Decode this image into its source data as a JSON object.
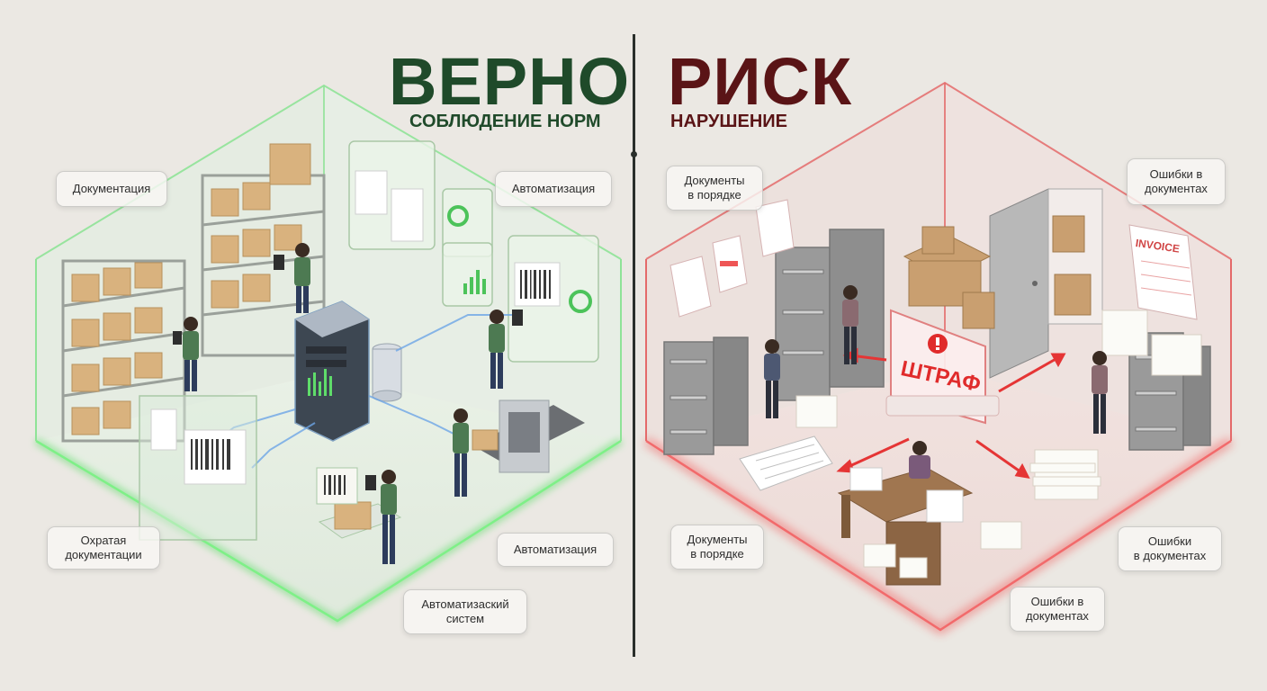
{
  "left": {
    "title": "ВЕРНО",
    "subtitle": "СОБЛЮДЕНИЕ НОРМ",
    "color": "#1f4a2a",
    "labels": [
      "Документация",
      "Автоматизация",
      "Охратая\nдокументации",
      "Автоматизация",
      "Автоматизаский\nсистем"
    ]
  },
  "right": {
    "title": "РИСК",
    "subtitle": "НАРУШЕНИЕ",
    "color": "#5a1416",
    "labels": [
      "Документы\nв порядке",
      "Ошибки в\nдокументах",
      "Документы\nв порядке",
      "Ошибки\nв документах",
      "Ошибки в\nдокументах"
    ],
    "penalty_sign": "ШТРАФ",
    "invoice_text": "INVOICE"
  },
  "accent_green": "#5fdc6a",
  "accent_red": "#f0484a"
}
